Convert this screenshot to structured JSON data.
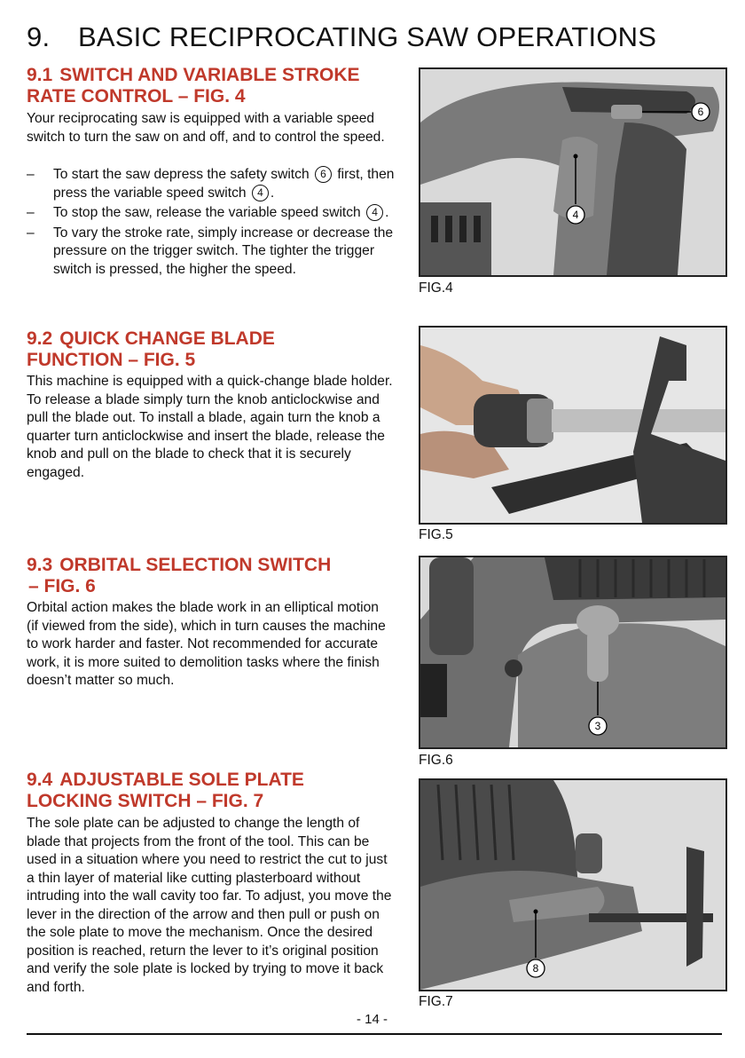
{
  "page": {
    "heading_number": "9.",
    "heading_text": "BASIC RECIPROCATING SAW OPERATIONS",
    "page_number": "- 14 -"
  },
  "colors": {
    "section_title": "#c0392b"
  },
  "sections": [
    {
      "number": "9.1",
      "title_line1": "SWITCH AND VARIABLE STROKE",
      "title_line2": "RATE CONTROL – FIG. 4",
      "intro": "Your reciprocating saw is equipped with a variable speed switch to turn the saw on and off, and to control the speed.",
      "bullets": [
        {
          "pre": "To start the saw depress the safety switch",
          "c1": "6",
          "mid": "first, then press the variable speed switch",
          "c2": "4",
          "post": "."
        },
        {
          "pre": "To stop the saw, release the variable speed switch",
          "c1": "4",
          "post": "."
        },
        {
          "text": "To vary the stroke rate, simply increase or decrease the pressure on the trigger switch. The tighter the trigger switch is pressed, the higher the speed."
        }
      ]
    },
    {
      "number": "9.2",
      "title_line1": "QUICK CHANGE BLADE",
      "title_line2": "FUNCTION – FIG. 5",
      "text": "This machine is equipped with a quick-change blade holder. To release a blade simply turn the knob anticlockwise and pull the blade out. To install a blade, again turn the knob a quarter turn anticlockwise and insert the blade, release the knob and pull on the blade to check that it is securely engaged."
    },
    {
      "number": "9.3",
      "title_line1": "ORBITAL SELECTION SWITCH",
      "title_line2": "– FIG. 6",
      "text": "Orbital action makes the blade work in an elliptical motion (if viewed from the side), which in turn causes the machine to work harder and faster. Not recommended for accurate work, it is more suited to demolition tasks where the finish doesn’t matter so much."
    },
    {
      "number": "9.4",
      "title_line1": "ADJUSTABLE SOLE PLATE",
      "title_line2": "LOCKING SWITCH – FIG. 7",
      "text": "The sole plate can be adjusted to change the length of blade that projects from the front of the tool. This can be used in a situation where you need to restrict the cut to just a thin layer of material like cutting plasterboard without intruding into the wall cavity too far. To adjust, you move the lever in the direction of the arrow and then pull or push on the sole plate to move the mechanism. Once the desired position is reached, return the lever to it’s original position and verify the sole plate is locked by trying to move it back and forth."
    }
  ],
  "figures": [
    {
      "label": "FIG.4",
      "callouts": [
        "6",
        "4"
      ]
    },
    {
      "label": "FIG.5",
      "callouts": []
    },
    {
      "label": "FIG.6",
      "callouts": [
        "3"
      ]
    },
    {
      "label": "FIG.7",
      "callouts": [
        "8"
      ]
    }
  ]
}
